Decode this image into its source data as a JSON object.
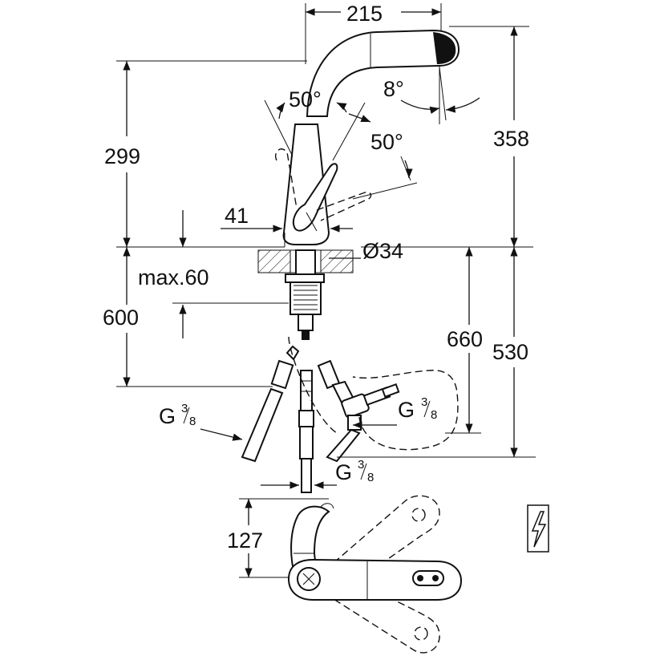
{
  "dimensions": {
    "width_spout": "215",
    "angle_left": "50°",
    "angle_right": "50°",
    "angle_spray": "8°",
    "height_total": "358",
    "height_body": "299",
    "base_width": "41",
    "hole_diameter": "Ø34",
    "max_thickness": "max.60",
    "hose_600": "600",
    "hose_660": "660",
    "depth_530": "530",
    "thread_left": "G",
    "thread_right": "G",
    "thread_bottom": "G",
    "fraction_num": "3",
    "fraction_den": "8",
    "plan_depth": "127"
  },
  "icons": {
    "electric_symbol": "lightning-box-icon"
  },
  "colors": {
    "line": "#111111",
    "background": "#ffffff"
  }
}
